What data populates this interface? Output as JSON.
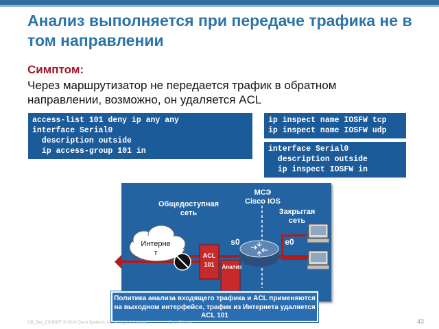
{
  "slide": {
    "title": "Анализ выполняется при передаче трафика не в том направлении",
    "symptom_heading": "Симптом:",
    "symptom_text": "Через маршрутизатор не передается трафик в обратном направлении, возможно, он удаляется ACL",
    "page_number": "43"
  },
  "code_blocks": {
    "acl": "access-list 101 deny ip any any\ninterface Serial0\n  description outside\n  ip access-group 101 in",
    "inspect": "ip inspect name IOSFW tcp\nip inspect name IOSFW udp",
    "iface": "interface Serial0\n  description outside\n  ip inspect IOSFW in"
  },
  "diagram": {
    "fw_label": "МСЭ\nCisco IOS",
    "public_net": "Общедоступная\nсеть",
    "private_net": "Закрытая\nсеть",
    "internet": "Интерне\nт",
    "s0": "s0",
    "e0": "e0",
    "acl": "ACL\n101",
    "inspect": "Анализ"
  },
  "callout": "Политика анализа входящего трафика и ACL применяются на выходном интерфейсе, трафик из Интернета удаляется ACL 101",
  "footer": {
    "course": "GB_Sec_C3HDDT",
    "copyright": "© 2010 Cisco Systems, Inc. All rights reserved.",
    "label": "Cisco Partner"
  },
  "colors": {
    "title": "#2b74a8",
    "symptom": "#a3182a",
    "code_bg": "#1c5b9a",
    "diagram_bg": "#2463a2",
    "red": "#b31b1b"
  }
}
